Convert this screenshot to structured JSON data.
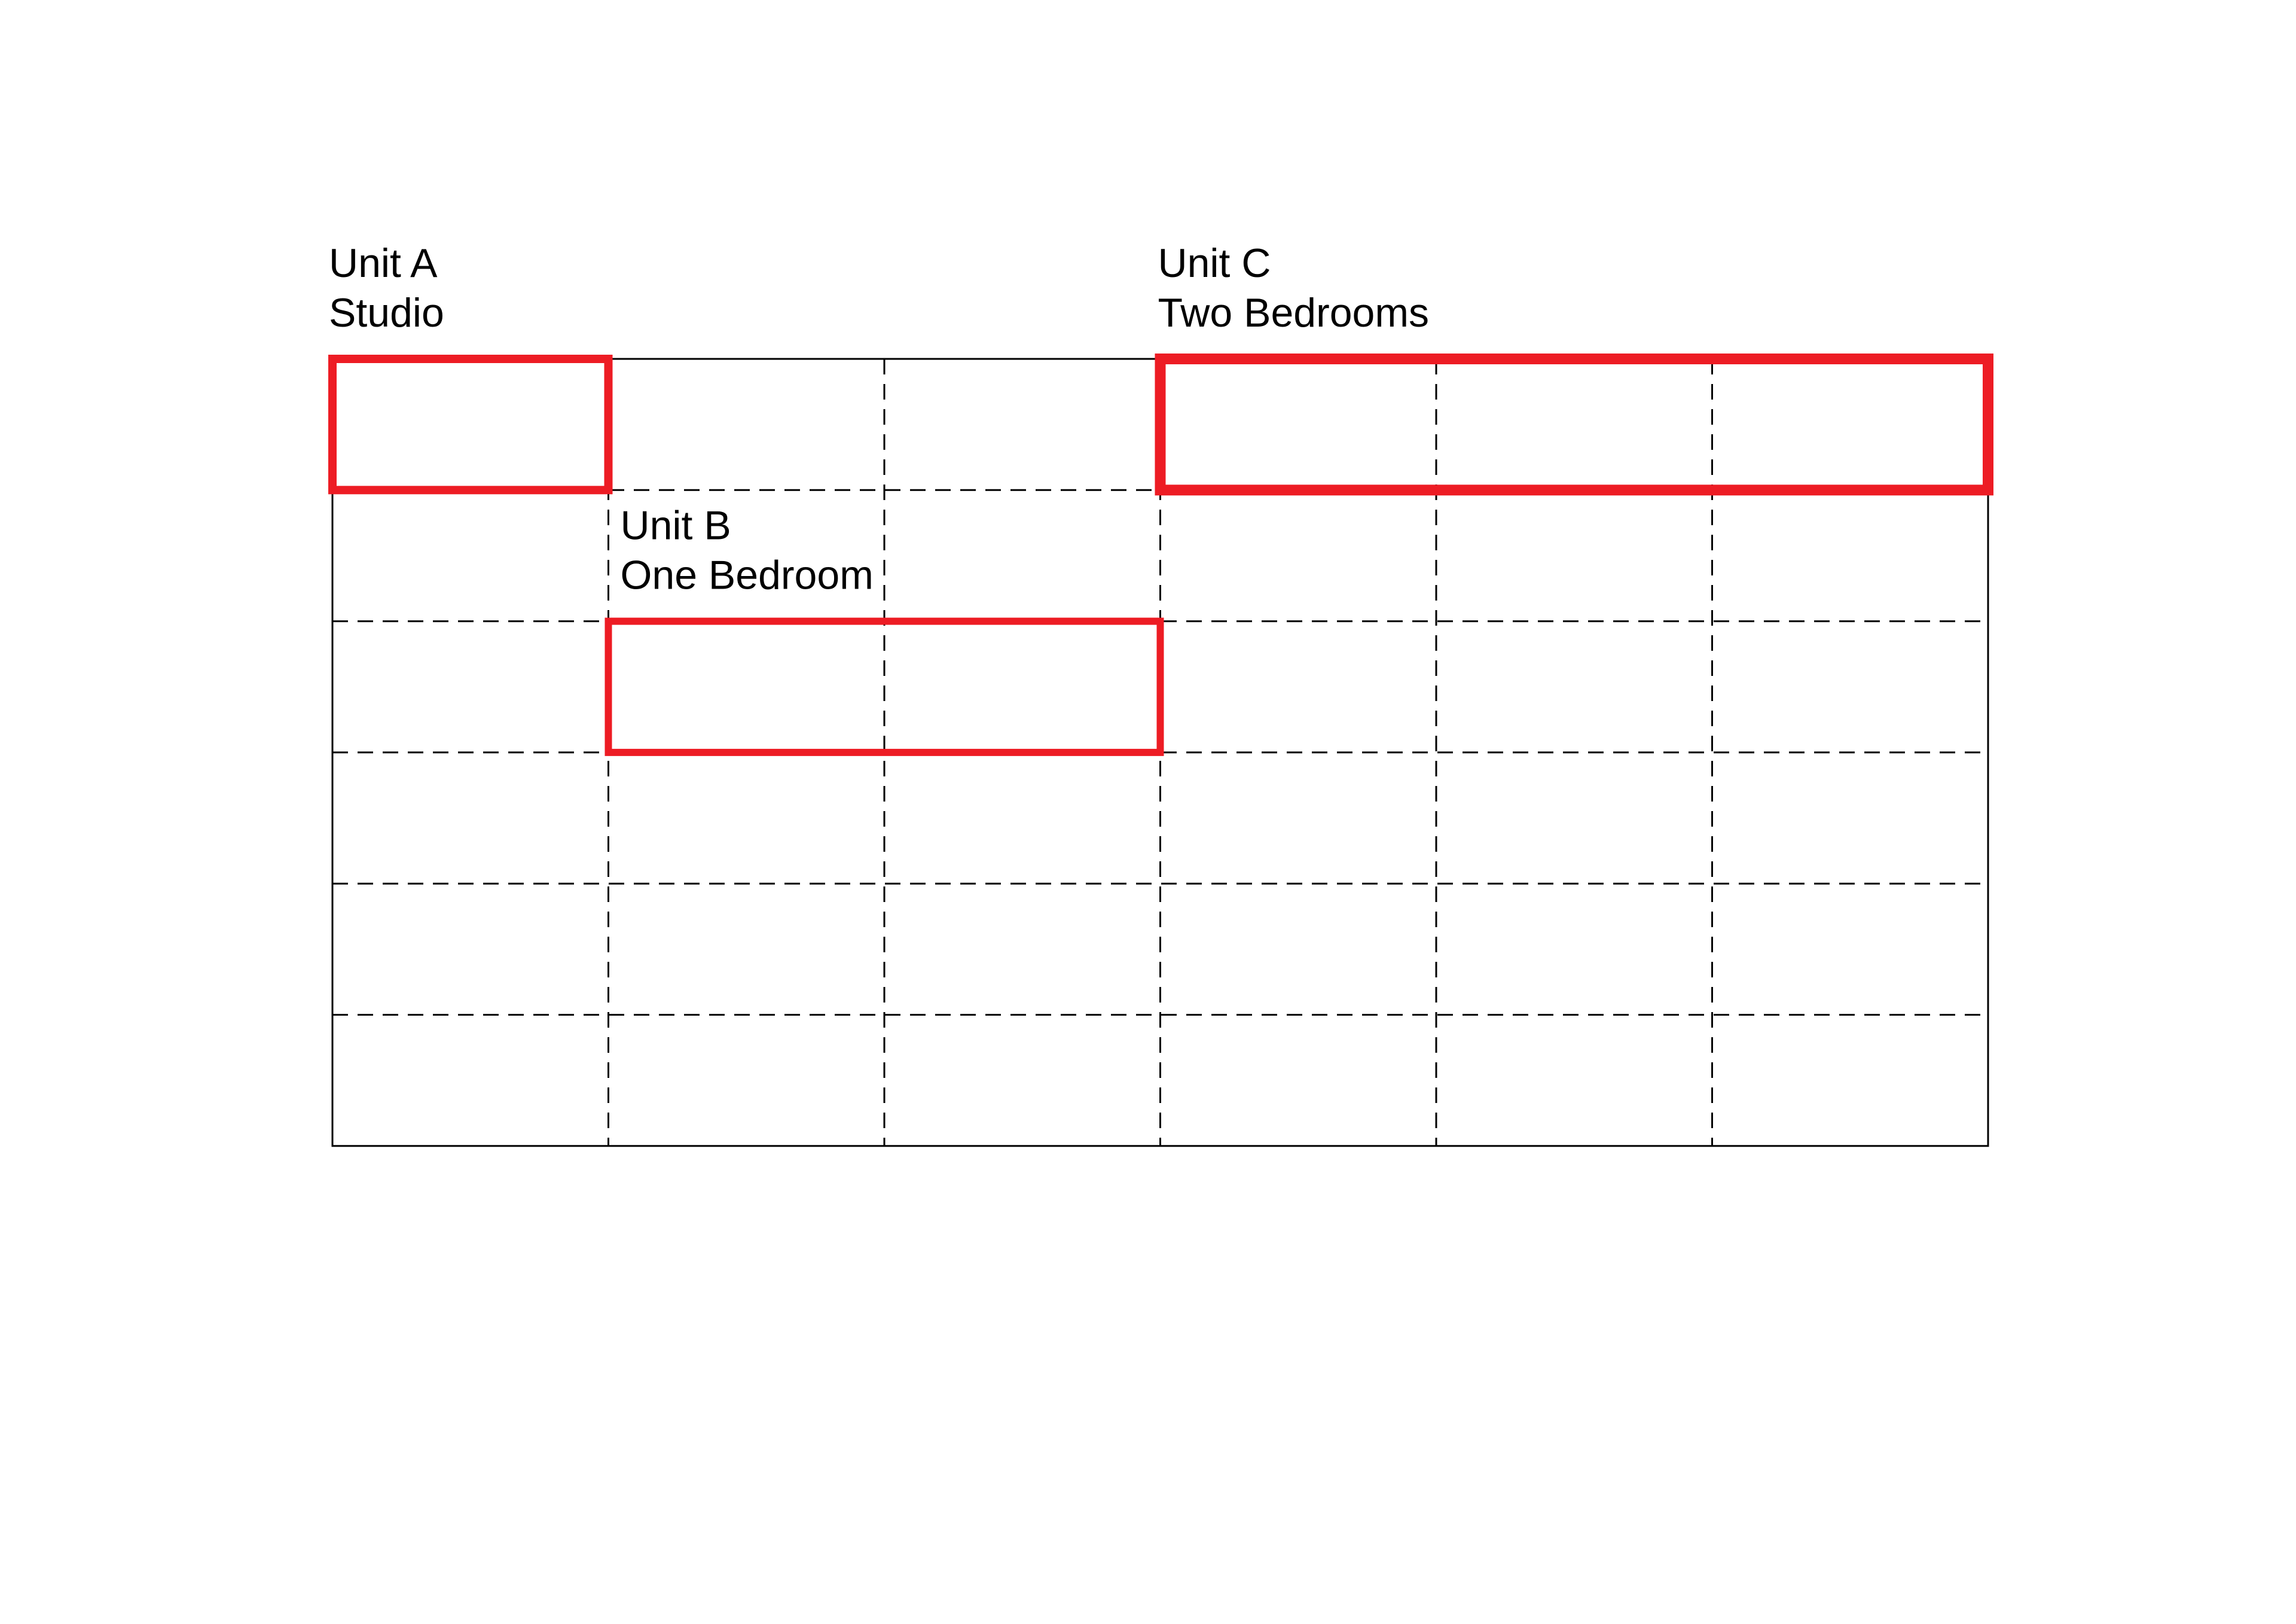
{
  "grid": {
    "columns": 6,
    "rows": 6,
    "line_color": "#000000",
    "outline_style": "solid",
    "divider_style": "dashed"
  },
  "units": [
    {
      "id": "unit-a",
      "label": "Unit A",
      "type": "Studio",
      "cells": {
        "col_start": 0,
        "col_span": 1,
        "row": 0
      }
    },
    {
      "id": "unit-b",
      "label": "Unit B",
      "type": "One Bedroom",
      "cells": {
        "col_start": 1,
        "col_span": 2,
        "row": 2
      }
    },
    {
      "id": "unit-c",
      "label": "Unit C",
      "type": "Two Bedrooms",
      "cells": {
        "col_start": 3,
        "col_span": 3,
        "row": 0
      }
    }
  ],
  "highlight_color": "#ed1c24"
}
